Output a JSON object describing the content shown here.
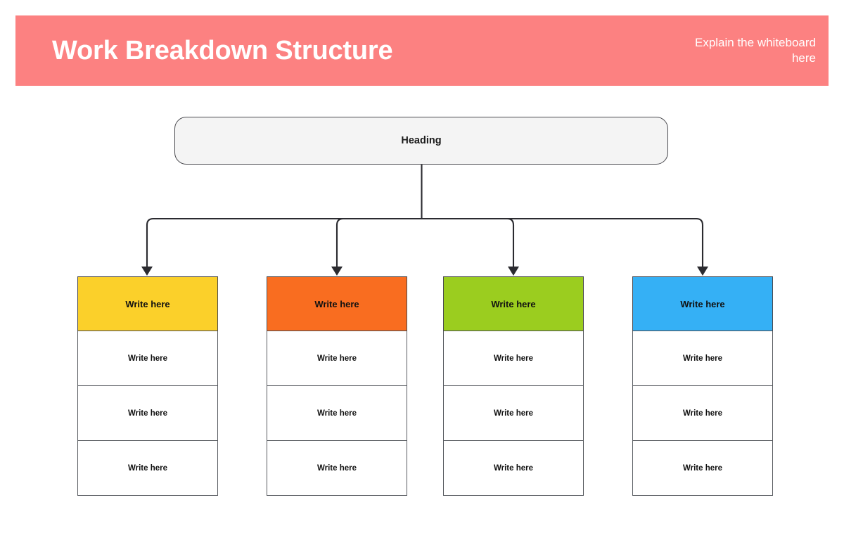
{
  "header": {
    "title": "Work Breakdown Structure",
    "note": "Explain the whiteboard here",
    "background_color": "#fc8181",
    "text_color": "#ffffff"
  },
  "diagram": {
    "root": {
      "label": "Heading",
      "fill_color": "#f4f4f4",
      "border_color": "#4a4a4f"
    },
    "branches": [
      {
        "header": {
          "label": "Write here",
          "fill_color": "#fbd02a"
        },
        "cells": [
          {
            "label": "Write here"
          },
          {
            "label": "Write here"
          },
          {
            "label": "Write here"
          }
        ]
      },
      {
        "header": {
          "label": "Write here",
          "fill_color": "#f96d20"
        },
        "cells": [
          {
            "label": "Write here"
          },
          {
            "label": "Write here"
          },
          {
            "label": "Write here"
          }
        ]
      },
      {
        "header": {
          "label": "Write here",
          "fill_color": "#9bcd1f"
        },
        "cells": [
          {
            "label": "Write here"
          },
          {
            "label": "Write here"
          },
          {
            "label": "Write here"
          }
        ]
      },
      {
        "header": {
          "label": "Write here",
          "fill_color": "#35b0f5"
        },
        "cells": [
          {
            "label": "Write here"
          },
          {
            "label": "Write here"
          },
          {
            "label": "Write here"
          }
        ]
      }
    ],
    "connector_color": "#2b2b30"
  }
}
